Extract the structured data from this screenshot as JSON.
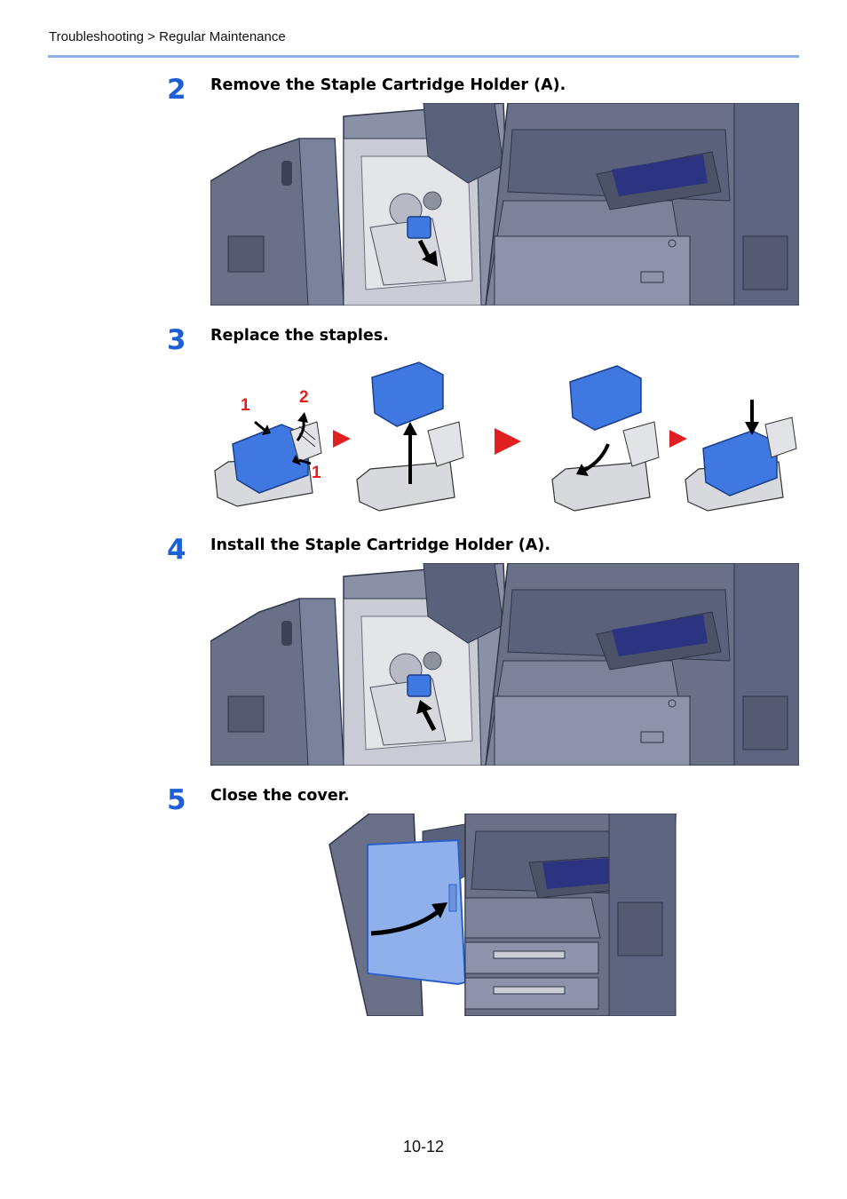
{
  "header": {
    "breadcrumb": "Troubleshooting > Regular Maintenance"
  },
  "steps": [
    {
      "number": "2",
      "text": "Remove the Staple Cartridge Holder (A)."
    },
    {
      "number": "3",
      "text": "Replace the staples.",
      "callouts": [
        "1",
        "2",
        "1"
      ]
    },
    {
      "number": "4",
      "text": "Install the Staple Cartridge Holder (A)."
    },
    {
      "number": "5",
      "text": "Close the cover."
    }
  ],
  "footer": {
    "page_number": "10-12"
  },
  "colors": {
    "accent_blue": "#1f5fd6",
    "header_rule": "#8fb0e6",
    "machine_body": "#5b6278",
    "part_highlight": "#3f78e0",
    "callout_red": "#e02020"
  },
  "icons": [
    "arrow-down-icon",
    "arrow-up-icon",
    "arrow-right-triangle-icon",
    "curved-arrow-icon"
  ]
}
